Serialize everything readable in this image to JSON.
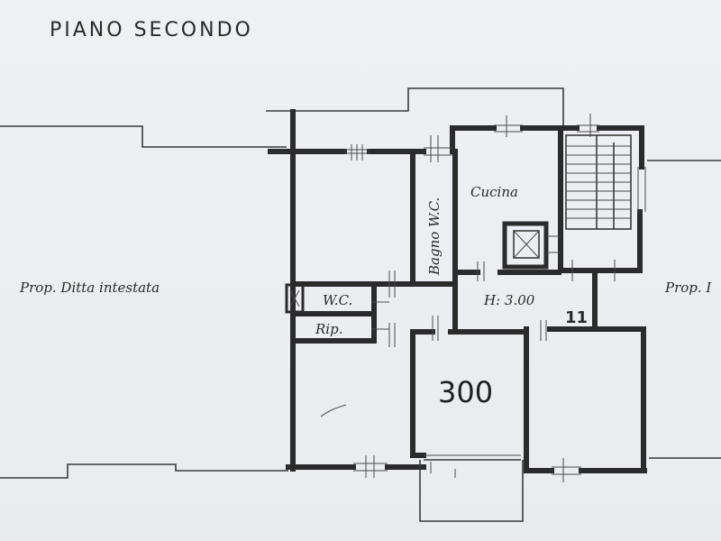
{
  "title": "PIANO SECONDO",
  "labels": {
    "left_property": "Prop. Ditta intestata",
    "right_property": "Prop. I",
    "kitchen": "Cucina",
    "bathroom": "Bagno W.C.",
    "wc": "W.C.",
    "storage": "Rip.",
    "height": "H: 3.00",
    "room_number": "11",
    "unit_number": "300"
  },
  "colors": {
    "paper": "#eceef2",
    "ink": "#2b2b2b"
  }
}
